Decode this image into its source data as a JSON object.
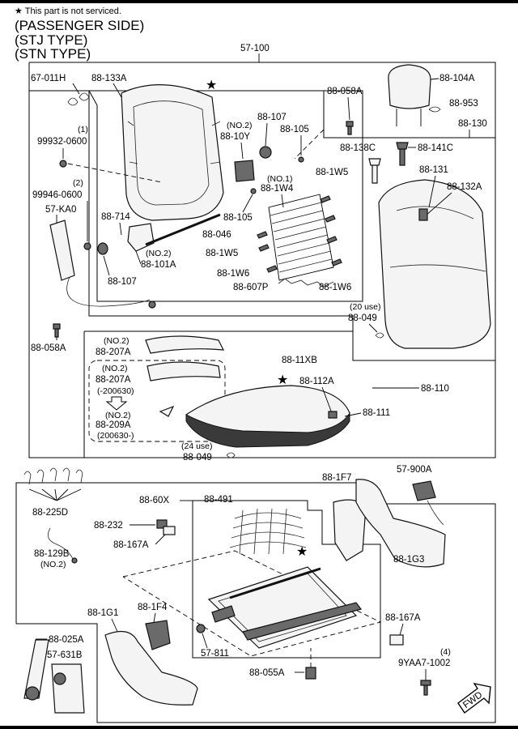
{
  "header": {
    "star_note": "This part is not serviced.",
    "line1": "(PASSENGER SIDE)",
    "line2": "(STJ TYPE)",
    "line3": "(STN TYPE)"
  },
  "labels": {
    "p57_100": "57-100",
    "p67_011H": "67-011H",
    "p88_133A": "88-133A",
    "q1": "(1)",
    "p99932": "99932-0600",
    "q2": "(2)",
    "p99946": "99946-0600",
    "p57_KA0": "57-KA0",
    "p88_714": "88-714",
    "p88_046": "88-046",
    "no2_a": "(NO.2)",
    "p88_101A": "88-101A",
    "p88_107a": "88-107",
    "p88_107b": "88-107",
    "no2_b": "(NO.2)",
    "p88_10Y": "88-10Y",
    "p88_105a": "88-105",
    "p88_105b": "88-105",
    "no1": "(NO.1)",
    "p88_1W4": "88-1W4",
    "p88_1W5a": "88-1W5",
    "p88_1W5b": "88-1W5",
    "p88_1W6a": "88-1W6",
    "p88_1W6b": "88-1W6",
    "p88_607P": "88-607P",
    "p88_058Aa": "88-058A",
    "p88_058Ab": "88-058A",
    "p88_104A": "88-104A",
    "p88_953": "88-953",
    "p88_130": "88-130",
    "p88_138C": "88-138C",
    "p88_141C": "88-141C",
    "p88_131": "88-131",
    "p88_132A": "88-132A",
    "use20": "(20 use)",
    "p88_049a": "88-049",
    "no2_c": "(NO.2)",
    "p88_207A_1": "88-207A",
    "no2_d": "(NO.2)",
    "p88_207A_2": "88-207A",
    "date1": "(-200630)",
    "no2_e": "(NO.2)",
    "p88_209A": "88-209A",
    "date2": "(200630-)",
    "p88_11XB": "88-11XB",
    "p88_112A": "88-112A",
    "p88_110": "88-110",
    "p88_111": "88-111",
    "use24": "(24 use)",
    "p88_049b": "88-049",
    "p88_225D": "88-225D",
    "p88_129B": "88-129B",
    "no2_f": "(NO.2)",
    "p88_60X": "88-60X",
    "p88_491": "88-491",
    "p88_232": "88-232",
    "p88_167Aa": "88-167A",
    "p88_1F7": "88-1F7",
    "p57_900A": "57-900A",
    "p88_1G3": "88-1G3",
    "p88_1G1": "88-1G1",
    "p88_1F4": "88-1F4",
    "p88_167Ab": "88-167A",
    "q4": "(4)",
    "p9YAA7": "9YAA7-1002",
    "p88_025A": "88-025A",
    "p57_631B": "57-631B",
    "p57_811": "57-811",
    "p88_055A": "88-055A",
    "fwd": "FWD"
  }
}
